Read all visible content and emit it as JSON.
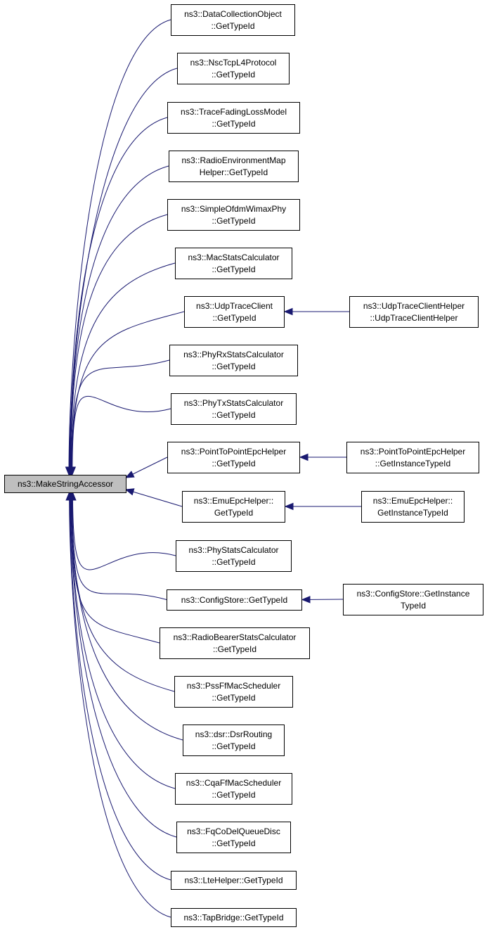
{
  "colors": {
    "edge": "#191970",
    "root_fill": "#bfbfbf",
    "node_fill": "#ffffff",
    "node_border": "#000000"
  },
  "root": {
    "id": "root",
    "lines": [
      "ns3::MakeStringAccessor"
    ]
  },
  "callers": [
    {
      "id": "n1",
      "lines": [
        "ns3::DataCollectionObject",
        "::GetTypeId"
      ]
    },
    {
      "id": "n2",
      "lines": [
        "ns3::NscTcpL4Protocol",
        "::GetTypeId"
      ]
    },
    {
      "id": "n3",
      "lines": [
        "ns3::TraceFadingLossModel",
        "::GetTypeId"
      ]
    },
    {
      "id": "n4",
      "lines": [
        "ns3::RadioEnvironmentMap",
        "Helper::GetTypeId"
      ]
    },
    {
      "id": "n5",
      "lines": [
        "ns3::SimpleOfdmWimaxPhy",
        "::GetTypeId"
      ]
    },
    {
      "id": "n6",
      "lines": [
        "ns3::MacStatsCalculator",
        "::GetTypeId"
      ]
    },
    {
      "id": "n7",
      "lines": [
        "ns3::UdpTraceClient",
        "::GetTypeId"
      ]
    },
    {
      "id": "n8",
      "lines": [
        "ns3::PhyRxStatsCalculator",
        "::GetTypeId"
      ]
    },
    {
      "id": "n9",
      "lines": [
        "ns3::PhyTxStatsCalculator",
        "::GetTypeId"
      ]
    },
    {
      "id": "n10",
      "lines": [
        "ns3::PointToPointEpcHelper",
        "::GetTypeId"
      ]
    },
    {
      "id": "n11",
      "lines": [
        "ns3::EmuEpcHelper::",
        "GetTypeId"
      ]
    },
    {
      "id": "n12",
      "lines": [
        "ns3::PhyStatsCalculator",
        "::GetTypeId"
      ]
    },
    {
      "id": "n13",
      "lines": [
        "ns3::ConfigStore::GetTypeId"
      ]
    },
    {
      "id": "n14",
      "lines": [
        "ns3::RadioBearerStatsCalculator",
        "::GetTypeId"
      ]
    },
    {
      "id": "n15",
      "lines": [
        "ns3::PssFfMacScheduler",
        "::GetTypeId"
      ]
    },
    {
      "id": "n16",
      "lines": [
        "ns3::dsr::DsrRouting",
        "::GetTypeId"
      ]
    },
    {
      "id": "n17",
      "lines": [
        "ns3::CqaFfMacScheduler",
        "::GetTypeId"
      ]
    },
    {
      "id": "n18",
      "lines": [
        "ns3::FqCoDelQueueDisc",
        "::GetTypeId"
      ]
    },
    {
      "id": "n19",
      "lines": [
        "ns3::LteHelper::GetTypeId"
      ]
    },
    {
      "id": "n20",
      "lines": [
        "ns3::TapBridge::GetTypeId"
      ]
    }
  ],
  "second_level": [
    {
      "id": "s1",
      "target": "n7",
      "lines": [
        "ns3::UdpTraceClientHelper",
        "::UdpTraceClientHelper"
      ]
    },
    {
      "id": "s2",
      "target": "n10",
      "lines": [
        "ns3::PointToPointEpcHelper",
        "::GetInstanceTypeId"
      ]
    },
    {
      "id": "s3",
      "target": "n11",
      "lines": [
        "ns3::EmuEpcHelper::",
        "GetInstanceTypeId"
      ]
    },
    {
      "id": "s4",
      "target": "n13",
      "lines": [
        "ns3::ConfigStore::GetInstance",
        "TypeId"
      ]
    }
  ]
}
